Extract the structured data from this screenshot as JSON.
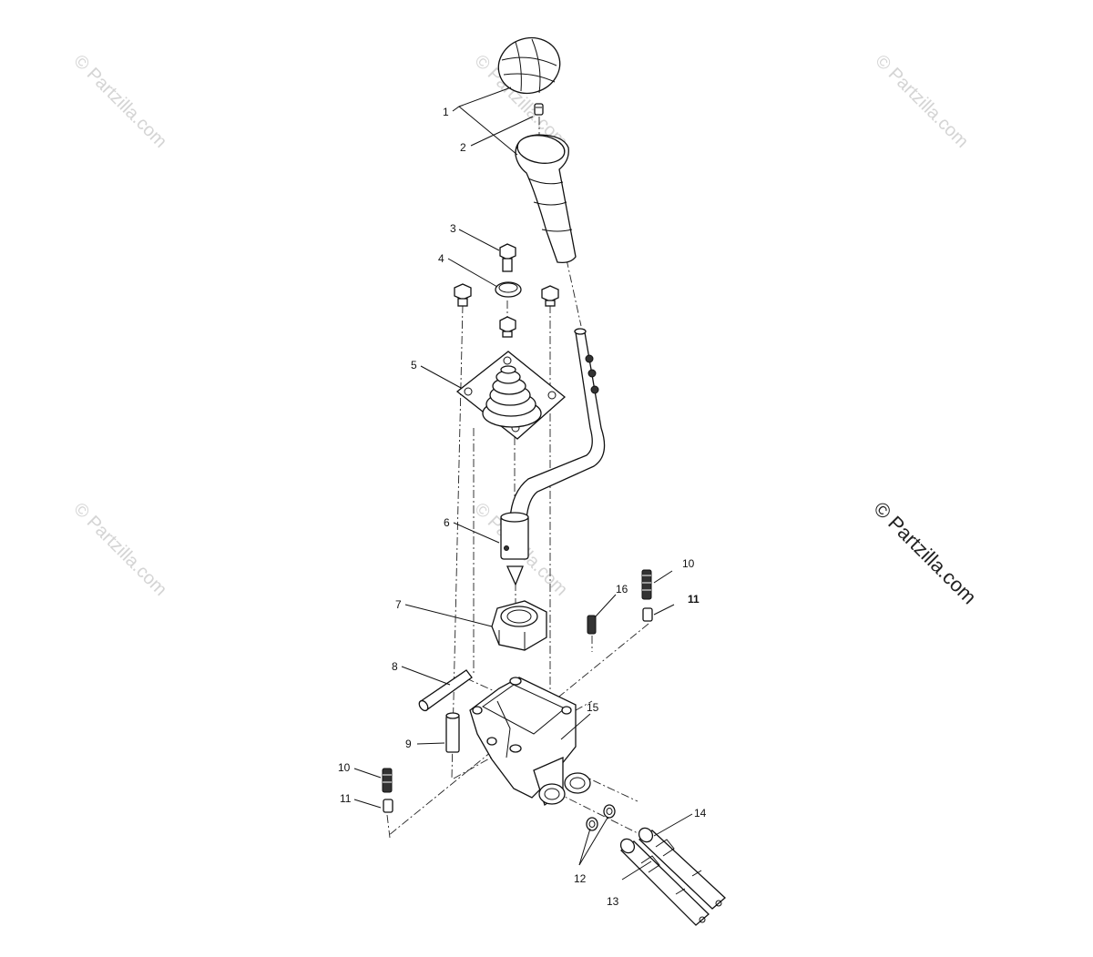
{
  "watermarks": {
    "small": "© Partzilla.com",
    "main": "© Partzilla.com"
  },
  "callouts": {
    "c1": "1",
    "c2": "2",
    "c3": "3",
    "c4": "4",
    "c5": "5",
    "c6": "6",
    "c7": "7",
    "c8": "8",
    "c9": "9",
    "c10a": "10",
    "c10b": "10",
    "c11a": "11",
    "c11b": "11",
    "c12": "12",
    "c13": "13",
    "c14": "14",
    "c15": "15",
    "c16": "16"
  }
}
